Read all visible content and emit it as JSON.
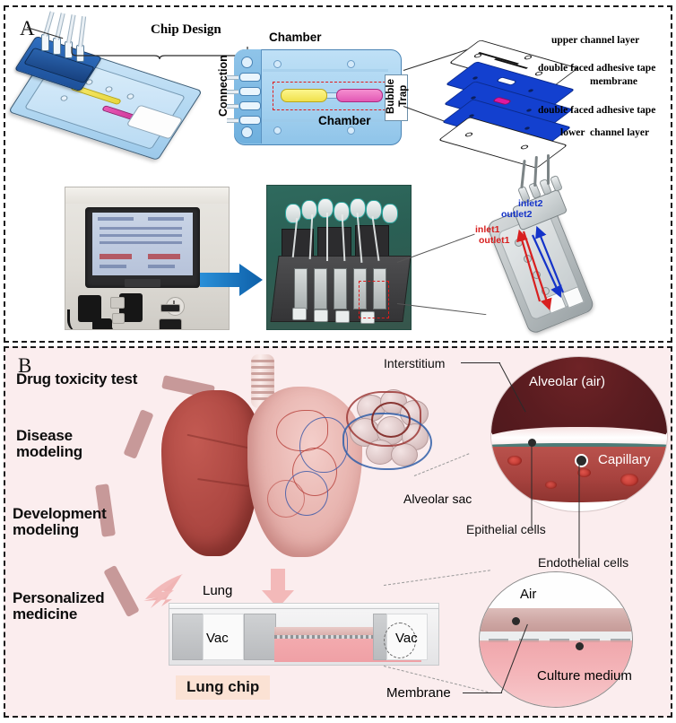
{
  "figure": {
    "panel_a_label": "A",
    "panel_b_label": "B"
  },
  "panel_a": {
    "title": "Chip Design",
    "top_view": {
      "chamber_top_label": "Chamber",
      "chamber_bottom_label": "Chamber",
      "connection_label": "Connection",
      "bubble_label": "Bubble",
      "trap_label": "Trap",
      "chamber_colors": {
        "upper": "#f0e14b",
        "lower": "#e258b4"
      },
      "highlight_box_color": "#e01b1b"
    },
    "exploded_stack": {
      "layers": [
        {
          "label": "upper channel layer",
          "color": "#ffffff"
        },
        {
          "label": "double faced adhesive tape",
          "color": "#1340cf"
        },
        {
          "label": "membrane",
          "color": "#1340cf"
        },
        {
          "label": "double faced adhesive tape",
          "color": "#1340cf"
        },
        {
          "label": "lower  channel layer",
          "color": "#ffffff"
        }
      ]
    },
    "closeup": {
      "inlet1": "inlet1",
      "outlet1": "outlet1",
      "inlet2": "inlet2",
      "outlet2": "outlet2",
      "inlet1_color": "#d81f1f",
      "outlet1_color": "#d81f1f",
      "inlet2_color": "#1433c9",
      "outlet2_color": "#1433c9"
    },
    "flow_arrow_color": "#1173c4"
  },
  "panel_b": {
    "background_color": "#fbedee",
    "arc_color": "#c79999",
    "applications": [
      "Drug toxicity test",
      "Disease\nmodeling",
      "Development\nmodeling",
      "Personalized\nmedicine"
    ],
    "anatomy_labels": {
      "lung": "Lung",
      "alveolar_sac": "Alveolar sac",
      "interstitium": "Interstitium",
      "alveolar_air": "Alveolar (air)",
      "capillary": "Capillary",
      "epithelial_cells": "Epithelial cells",
      "endothelial_cells": "Endothelial cells"
    },
    "chip": {
      "tag": "Lung chip",
      "vac_left": "Vac",
      "vac_right": "Vac",
      "tag_background": "#fbe2d4"
    },
    "zoom_labels": {
      "air": "Air",
      "culture_medium": "Culture medium",
      "membrane": "Membrane"
    }
  }
}
